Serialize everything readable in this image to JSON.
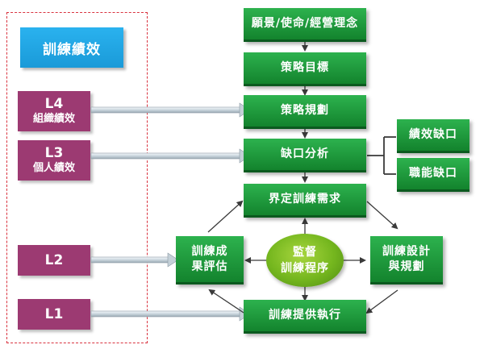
{
  "title": "訓練績效",
  "levels": [
    {
      "code": "L4",
      "sub": "組織績效"
    },
    {
      "code": "L3",
      "sub": "個人績效"
    },
    {
      "code": "L2",
      "sub": ""
    },
    {
      "code": "L1",
      "sub": ""
    }
  ],
  "flow": {
    "vision": "願景/使命/經營理念",
    "strategy_goal": "策略目標",
    "strategy_plan": "策略規劃",
    "gap_analysis": "缺口分析",
    "define_needs": "界定訓練需求",
    "design_plan": [
      "訓練設計",
      "與規劃"
    ],
    "delivery": "訓練提供執行",
    "evaluation": [
      "訓練成",
      "果評估"
    ],
    "center": [
      "監督",
      "訓練程序"
    ]
  },
  "gaps": [
    "績效缺口",
    "職能缺口"
  ],
  "colors": {
    "green_box": "#1f9a3b",
    "level_box": "#9c3a72",
    "title_box": "#1fa3e0",
    "frame": "#d9333f",
    "ellipse": "#74b61e"
  }
}
